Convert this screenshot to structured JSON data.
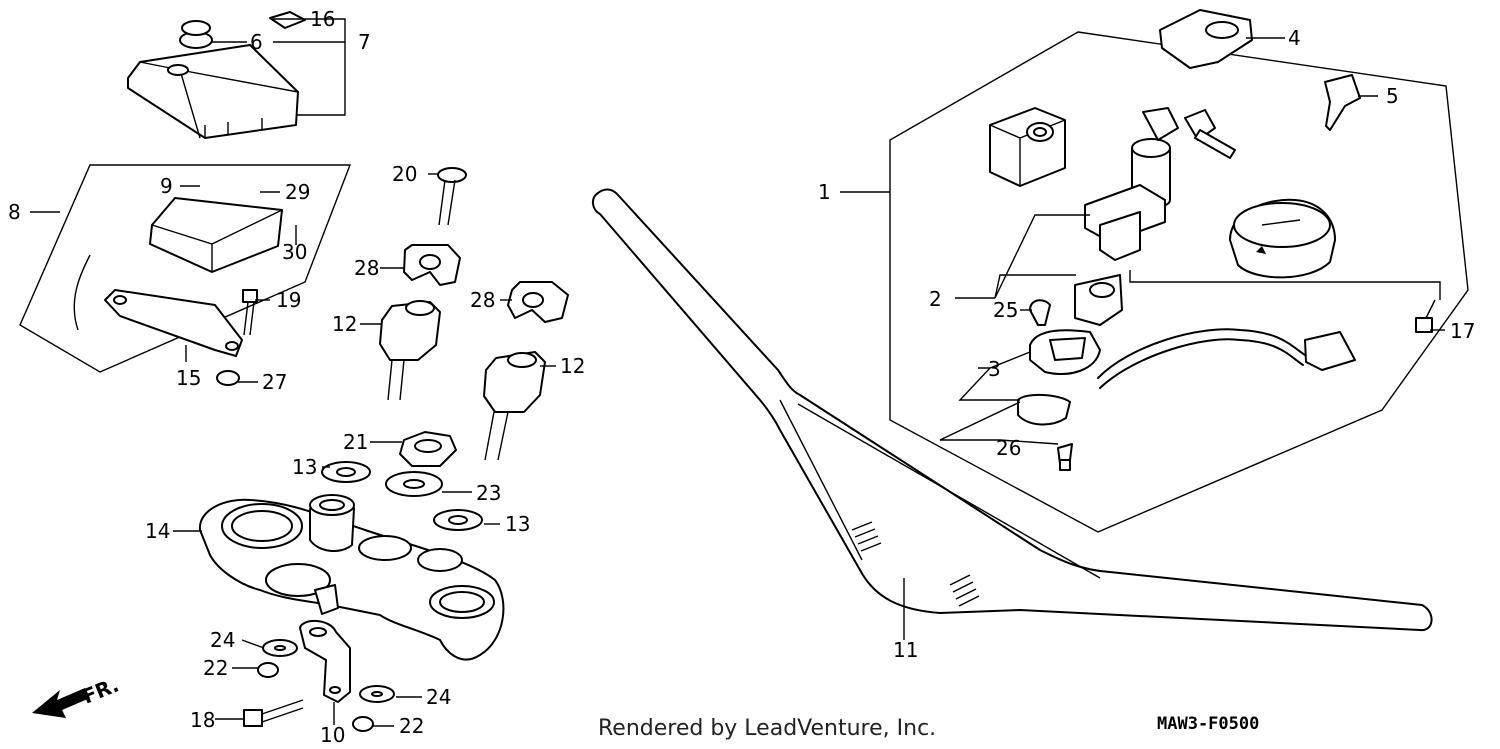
{
  "diagram": {
    "callouts": [
      "1",
      "2",
      "3",
      "4",
      "5",
      "6",
      "7",
      "8",
      "9",
      "10",
      "11",
      "12",
      "12",
      "13",
      "13",
      "14",
      "15",
      "16",
      "17",
      "18",
      "19",
      "20",
      "21",
      "22",
      "22",
      "23",
      "24",
      "24",
      "25",
      "26",
      "27",
      "28",
      "28",
      "29",
      "30"
    ],
    "direction_label": "FR.",
    "credit": "Rendered by LeadVenture, Inc.",
    "diagram_code": "MAW3-F0500"
  }
}
